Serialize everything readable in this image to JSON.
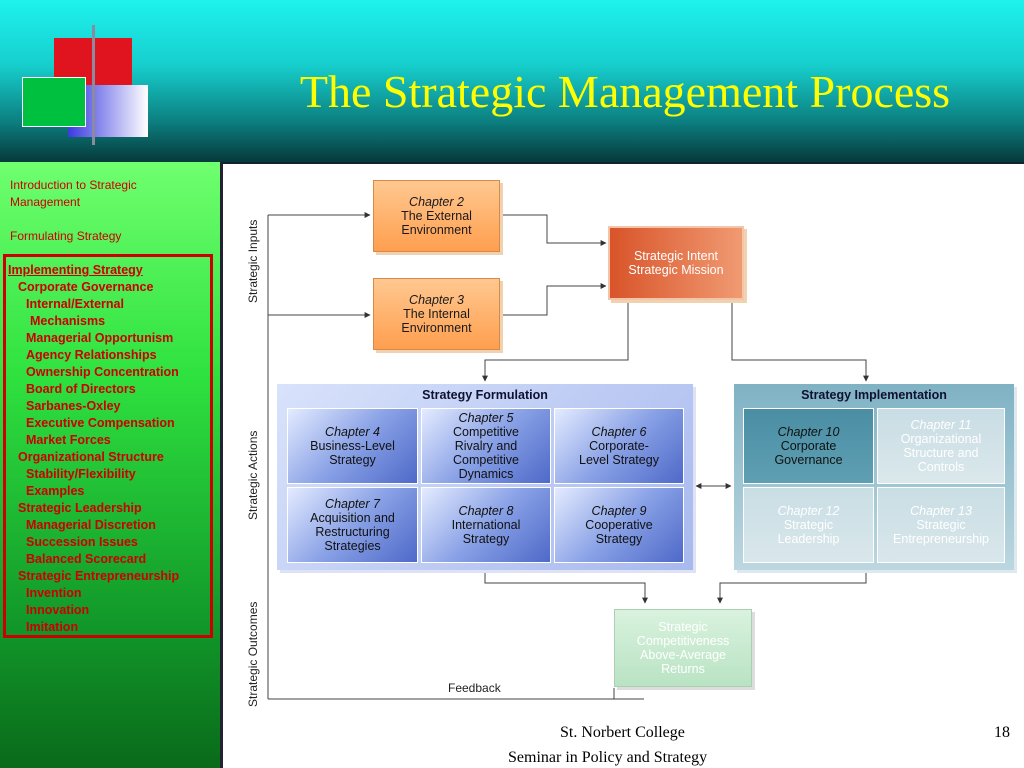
{
  "header": {
    "title": "The Strategic Management Process",
    "colors": {
      "red": "#e0141e",
      "green": "#00c040",
      "blue": "#3a3ae0",
      "title": "#ffff00"
    }
  },
  "sidebar": {
    "intro": "Introduction to Strategic Management",
    "formulating": "Formulating Strategy",
    "implementing": [
      "Implementing Strategy",
      "Corporate Governance",
      "Internal/External",
      "Mechanisms",
      "Managerial Opportunism",
      "Agency Relationships",
      "Ownership Concentration",
      "Board of Directors",
      "Sarbanes-Oxley",
      "Executive Compensation",
      "Market Forces",
      "Organizational Structure",
      "Stability/Flexibility",
      "Examples",
      "Strategic Leadership",
      "Managerial Discretion",
      "Succession Issues",
      "Balanced Scorecard",
      "Strategic Entrepreneurship",
      "Invention",
      "Innovation",
      "Imitation"
    ]
  },
  "diagram": {
    "labels": {
      "inputs": "Strategic Inputs",
      "actions": "Strategic Actions",
      "outcomes": "Strategic Outcomes",
      "feedback": "Feedback"
    },
    "ch2": {
      "chapter": "Chapter 2",
      "line1": "The External",
      "line2": "Environment"
    },
    "ch3": {
      "chapter": "Chapter 3",
      "line1": "The Internal",
      "line2": "Environment"
    },
    "intent": {
      "line1": "Strategic Intent",
      "line2": "Strategic Mission"
    },
    "formulation": {
      "title": "Strategy Formulation",
      "ch4": {
        "chapter": "Chapter 4",
        "lines": [
          "Business-Level",
          "Strategy"
        ]
      },
      "ch5": {
        "chapter": "Chapter 5",
        "lines": [
          "Competitive",
          "Rivalry and",
          "Competitive",
          "Dynamics"
        ]
      },
      "ch6": {
        "chapter": "Chapter 6",
        "lines": [
          "Corporate-",
          "Level Strategy"
        ]
      },
      "ch7": {
        "chapter": "Chapter 7",
        "lines": [
          "Acquisition and",
          "Restructuring",
          "Strategies"
        ]
      },
      "ch8": {
        "chapter": "Chapter 8",
        "lines": [
          "International",
          "Strategy"
        ]
      },
      "ch9": {
        "chapter": "Chapter 9",
        "lines": [
          "Cooperative",
          "Strategy"
        ]
      }
    },
    "implementation": {
      "title": "Strategy Implementation",
      "ch10": {
        "chapter": "Chapter 10",
        "lines": [
          "Corporate",
          "Governance"
        ]
      },
      "ch11": {
        "chapter": "Chapter 11",
        "lines": [
          "Organizational",
          "Structure and",
          "Controls"
        ]
      },
      "ch12": {
        "chapter": "Chapter 12",
        "lines": [
          "Strategic",
          "Leadership"
        ]
      },
      "ch13": {
        "chapter": "Chapter 13",
        "lines": [
          "Strategic",
          "Entrepreneurship"
        ]
      }
    },
    "outcome": {
      "lines": [
        "Strategic",
        "Competitiveness",
        "Above-Average",
        "Returns"
      ]
    }
  },
  "footer": {
    "college": "St. Norbert College",
    "seminar": "Seminar in Policy and Strategy",
    "page": "18"
  }
}
